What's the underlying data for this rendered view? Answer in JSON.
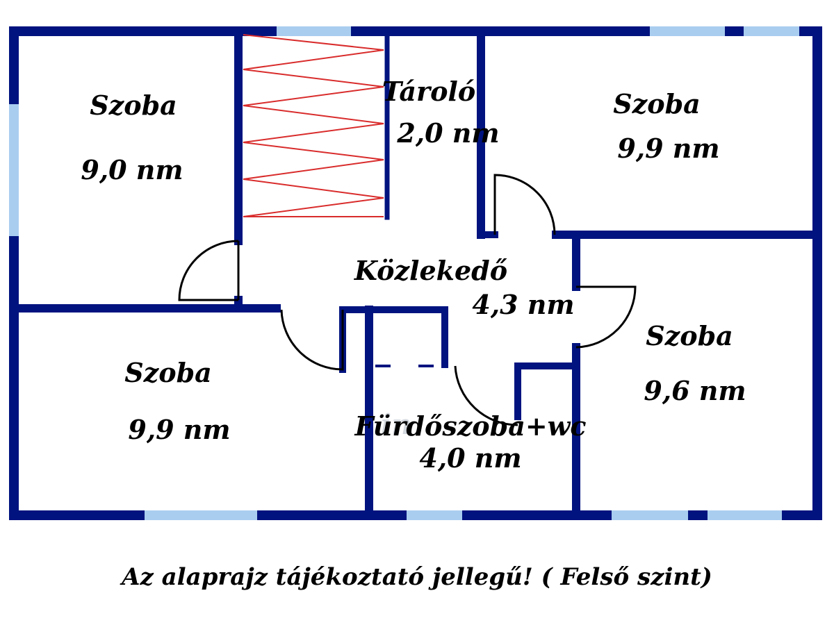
{
  "rooms": [
    {
      "id": "room-top-left",
      "name": "Szoba",
      "area": "9,0 nm"
    },
    {
      "id": "storage",
      "name": "Tároló",
      "area": "2,0 nm"
    },
    {
      "id": "room-top-right",
      "name": "Szoba",
      "area": "9,9 nm"
    },
    {
      "id": "hallway",
      "name": "Közlekedő",
      "area": "4,3 nm"
    },
    {
      "id": "room-bottom-left",
      "name": "Szoba",
      "area": "9,9 nm"
    },
    {
      "id": "bathroom",
      "name": "Fürdőszoba+wc",
      "area": "4,0 nm"
    },
    {
      "id": "room-right",
      "name": "Szoba",
      "area": "9,6 nm"
    }
  ],
  "caption": "Az alaprajz tájékoztató jellegű! ( Felső szint)",
  "watermark": "in",
  "colors": {
    "wall": "#00137f",
    "window": "#a9cdef",
    "stairs": "#d92b2b",
    "door": "#000000"
  }
}
